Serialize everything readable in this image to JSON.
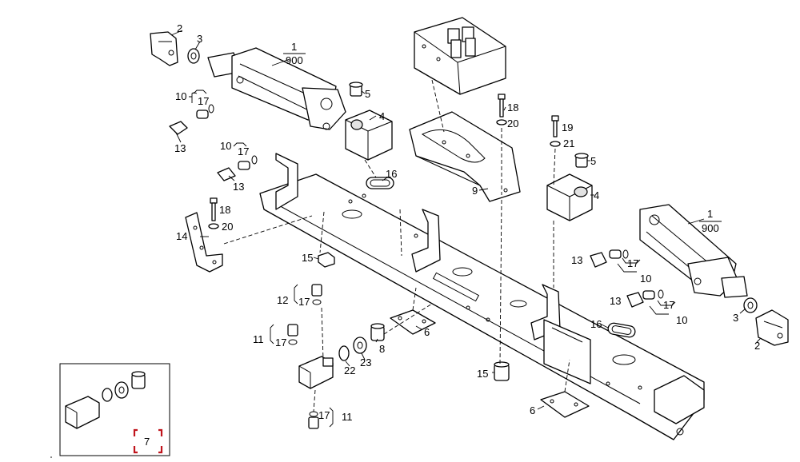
{
  "callouts": [
    {
      "id": "c2a",
      "text": "2"
    },
    {
      "id": "c3a",
      "text": "3"
    },
    {
      "id": "c1a_num",
      "text": "1"
    },
    {
      "id": "c1a_den",
      "text": "900"
    },
    {
      "id": "c10a",
      "text": "10"
    },
    {
      "id": "c17a",
      "text": "17"
    },
    {
      "id": "c13a",
      "text": "13"
    },
    {
      "id": "c5a",
      "text": "5"
    },
    {
      "id": "c4a",
      "text": "4"
    },
    {
      "id": "c10b",
      "text": "10"
    },
    {
      "id": "c17b",
      "text": "17"
    },
    {
      "id": "c13b",
      "text": "13"
    },
    {
      "id": "c16a",
      "text": "16"
    },
    {
      "id": "c18a",
      "text": "18"
    },
    {
      "id": "c20a",
      "text": "20"
    },
    {
      "id": "c9",
      "text": "9"
    },
    {
      "id": "c19",
      "text": "19"
    },
    {
      "id": "c21",
      "text": "21"
    },
    {
      "id": "c5b",
      "text": "5"
    },
    {
      "id": "c4b",
      "text": "4"
    },
    {
      "id": "c1b_num",
      "text": "1"
    },
    {
      "id": "c1b_den",
      "text": "900"
    },
    {
      "id": "c18b",
      "text": "18"
    },
    {
      "id": "c20b",
      "text": "20"
    },
    {
      "id": "c14",
      "text": "14"
    },
    {
      "id": "c15a",
      "text": "15"
    },
    {
      "id": "c13c",
      "text": "13"
    },
    {
      "id": "c17c",
      "text": "17"
    },
    {
      "id": "c10c",
      "text": "10"
    },
    {
      "id": "c13d",
      "text": "13"
    },
    {
      "id": "c17d",
      "text": "17"
    },
    {
      "id": "c10d",
      "text": "10"
    },
    {
      "id": "c3b",
      "text": "3"
    },
    {
      "id": "c2b",
      "text": "2"
    },
    {
      "id": "c16b",
      "text": "16"
    },
    {
      "id": "c12",
      "text": "12"
    },
    {
      "id": "c17e",
      "text": "17"
    },
    {
      "id": "c11a",
      "text": "11"
    },
    {
      "id": "c17f",
      "text": "17"
    },
    {
      "id": "c6a",
      "text": "6"
    },
    {
      "id": "c8",
      "text": "8"
    },
    {
      "id": "c22",
      "text": "22"
    },
    {
      "id": "c23",
      "text": "23"
    },
    {
      "id": "c15b",
      "text": "15"
    },
    {
      "id": "c6b",
      "text": "6"
    },
    {
      "id": "c17g",
      "text": "17"
    },
    {
      "id": "c11b",
      "text": "11"
    },
    {
      "id": "c7",
      "text": "7"
    }
  ]
}
